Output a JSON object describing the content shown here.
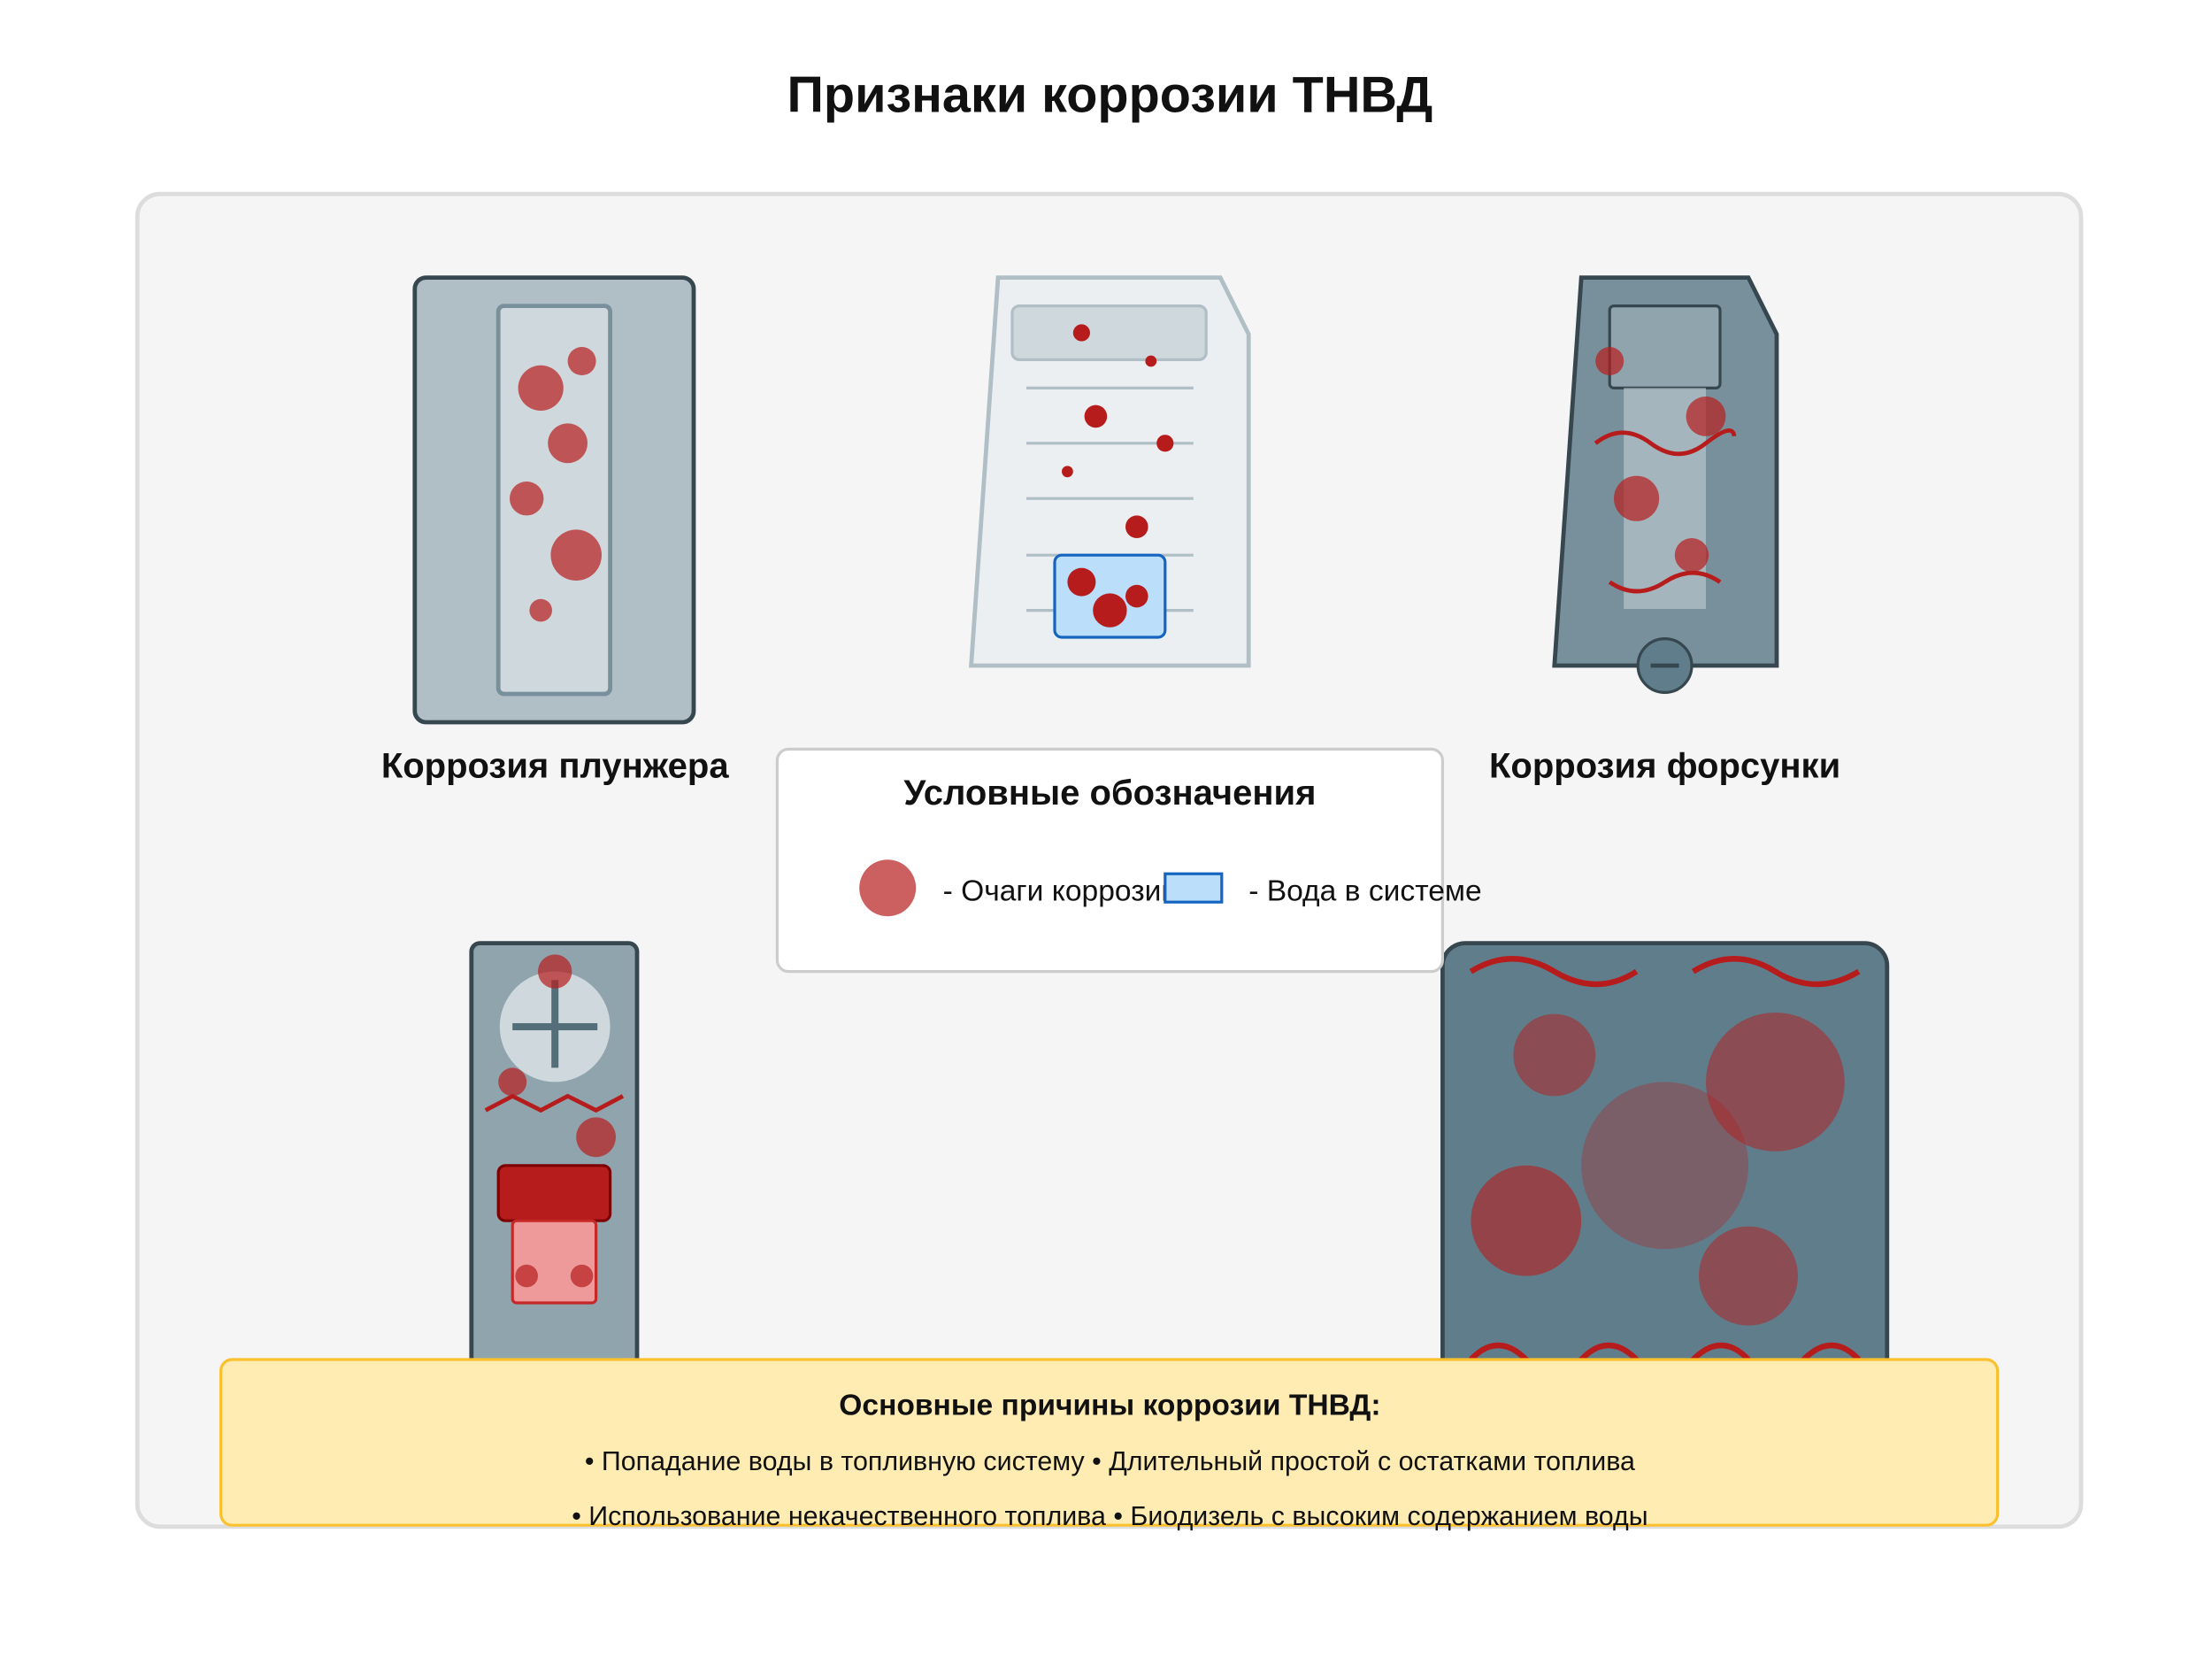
{
  "title": "Признаки коррозии ТНВД",
  "components": {
    "plunger": {
      "label": "Коррозия плунжера"
    },
    "injector": {
      "label": "Коррозия форсунки"
    }
  },
  "legend": {
    "title": "Условные обозначения",
    "corrosion_label": "- Очаги коррозии",
    "water_label": "- Вода в системе"
  },
  "causes": {
    "title": "Основные причины коррозии ТНВД:",
    "line1": "• Попадание воды в топливную систему • Длительный простой с остатками топлива",
    "line2": "• Использование некачественного топлива • Биодизель с высоким содержанием воды"
  },
  "colors": {
    "corrosion": "#b71c1c",
    "water_fill": "#bbdefb",
    "water_stroke": "#1565c0",
    "causes_bg": "#ffecb3",
    "causes_border": "#fbc02d",
    "panel_bg": "#f5f5f5",
    "metal_dark": "#37474f",
    "metal_mid": "#607d8b"
  }
}
